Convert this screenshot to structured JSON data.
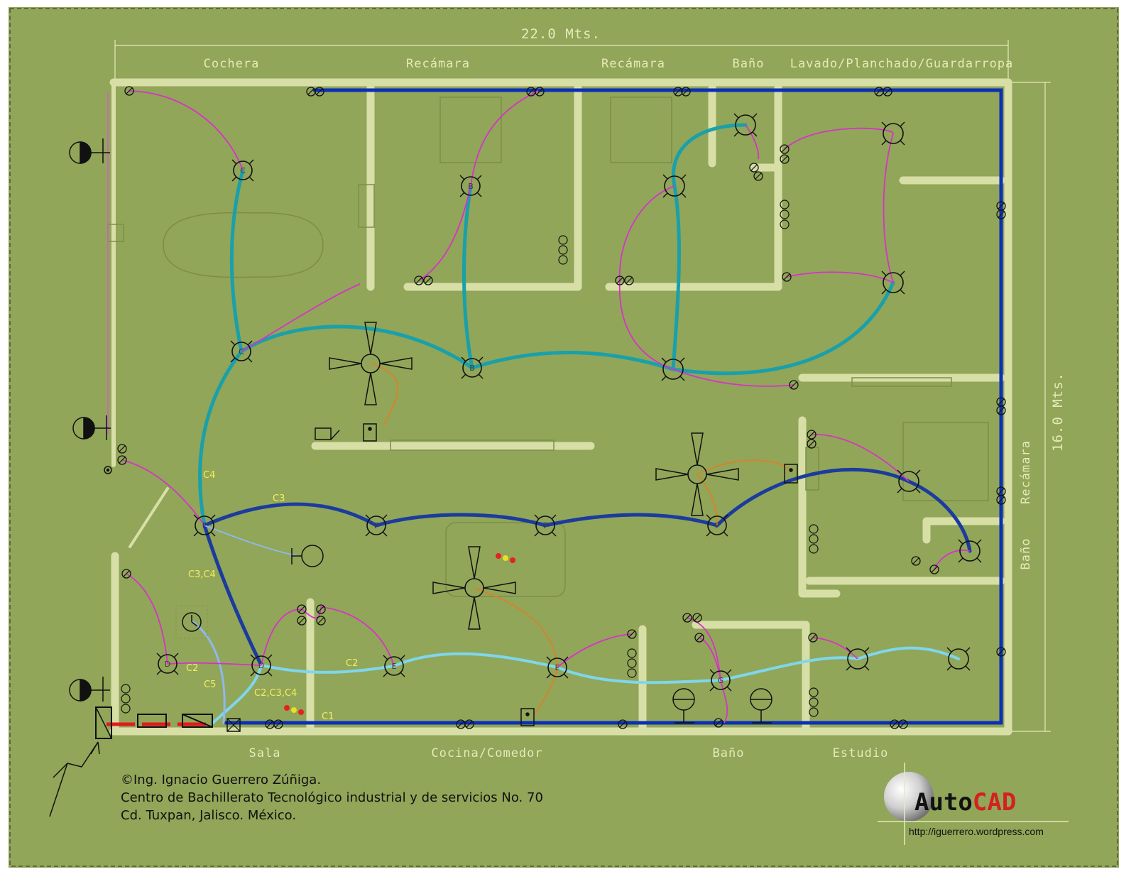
{
  "dimensions": {
    "width": "22.0 Mts.",
    "height": "16.0 Mts."
  },
  "rooms_top": [
    "Cochera",
    "Recámara",
    "Recámara",
    "Baño",
    "Lavado/Planchado/Guardarropa"
  ],
  "rooms_bottom": [
    "Sala",
    "Cocina/Comedor",
    "Baño",
    "Estudio"
  ],
  "rooms_right": [
    "Recámara",
    "Baño"
  ],
  "circuits": [
    "C4",
    "C3",
    "C3,C4",
    "C2",
    "C5",
    "C2",
    "C2,C3,C4",
    "C1"
  ],
  "credits": {
    "line1": "©Ing. Ignacio Guerrero Zúñiga.",
    "line2": "Centro de Bachillerato Tecnológico industrial y de servicios No. 70",
    "line3": "Cd. Tuxpan, Jalisco. México."
  },
  "logo": {
    "part1": "Auto",
    "part2": "CAD",
    "url": "http://iguerrero.wordpress.com"
  },
  "lamps": [
    {
      "label": "C"
    },
    {
      "label": "C"
    },
    {
      "label": "B"
    },
    {
      "label": "B"
    },
    {
      "label": "F"
    },
    {
      "label": "F"
    },
    {
      "label": "F"
    },
    {
      "label": "F"
    },
    {
      "label": "D"
    },
    {
      "label": "D"
    },
    {
      "label": "E"
    },
    {
      "label": "E"
    },
    {
      "label": "G"
    }
  ],
  "colors": {
    "background": "#91a658",
    "wall": "#d7dfa6",
    "circuit_blue": "#0b2fb8",
    "circuit_navy": "#1c3b9e",
    "circuit_teal": "#1aa0aa",
    "circuit_cyan": "#7fd6ec",
    "switch_wire": "#d633c9",
    "fan_wire": "#d9822b",
    "feeder": "#e01b1b",
    "logo_red": "#d42020"
  }
}
